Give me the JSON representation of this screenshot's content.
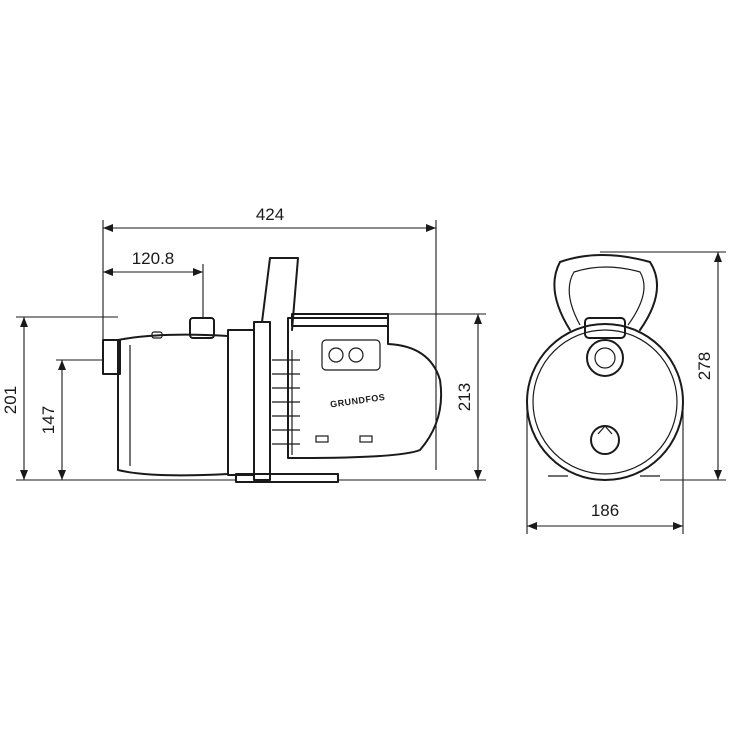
{
  "dimensions": {
    "overall_length": "424",
    "inlet_offset": "120.8",
    "overall_height": "201",
    "inlet_height": "147",
    "motor_height": "213",
    "height_with_handle": "278",
    "width": "186"
  },
  "brand_label": "GRUNDFOS"
}
